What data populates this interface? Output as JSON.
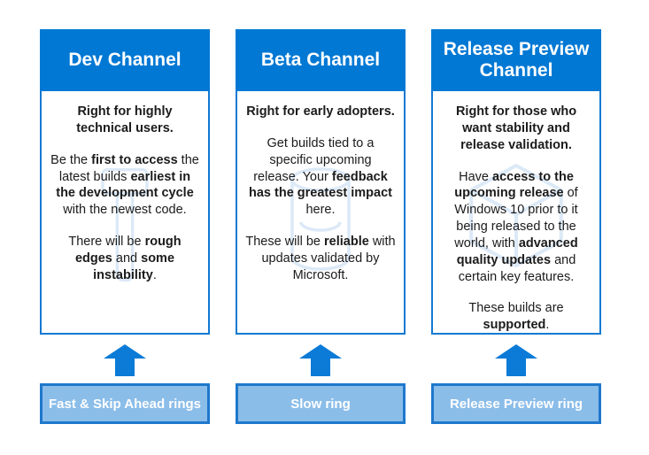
{
  "colors": {
    "background": "#ffffff",
    "header-blue": "#0078d4",
    "arrow-blue": "#0b7bd7",
    "card-border": "#1279d2",
    "ring-fill": "#8bbde9",
    "ring-border": "#1e78cc",
    "text": "#1b1b1b",
    "watermark": "#dce9f7"
  },
  "columns": [
    {
      "header": "Dev Channel",
      "watermark_icon": "hammer-icon",
      "paragraphs": [
        {
          "runs": [
            {
              "t": "Right for highly technical users.",
              "b": true
            }
          ]
        },
        {
          "runs": [
            {
              "t": "Be the ",
              "b": false
            },
            {
              "t": "first to access",
              "b": true
            },
            {
              "t": " the latest builds ",
              "b": false
            },
            {
              "t": "earliest in the development cycle",
              "b": true
            },
            {
              "t": " with the newest code.",
              "b": false
            }
          ]
        },
        {
          "runs": [
            {
              "t": "There will be ",
              "b": false
            },
            {
              "t": "rough edges",
              "b": true
            },
            {
              "t": " and ",
              "b": false
            },
            {
              "t": "some instability",
              "b": true
            },
            {
              "t": ".",
              "b": false
            }
          ]
        }
      ],
      "ring_label": "Fast & Skip Ahead rings"
    },
    {
      "header": "Beta Channel",
      "watermark_icon": "beaker-icon",
      "paragraphs": [
        {
          "runs": [
            {
              "t": "Right for early adopters.",
              "b": true
            }
          ]
        },
        {
          "runs": [
            {
              "t": "Get builds tied to a specific upcoming release. Your ",
              "b": false
            },
            {
              "t": "feedback has the greatest impact",
              "b": true
            },
            {
              "t": " here.",
              "b": false
            }
          ]
        },
        {
          "runs": [
            {
              "t": "These will be ",
              "b": false
            },
            {
              "t": "reliable",
              "b": true
            },
            {
              "t": " with updates validated by Microsoft.",
              "b": false
            }
          ]
        }
      ],
      "ring_label": "Slow ring"
    },
    {
      "header": "Release Preview Channel",
      "watermark_icon": "cube-icon",
      "paragraphs": [
        {
          "runs": [
            {
              "t": "Right for those who want stability and release validation.",
              "b": true
            }
          ]
        },
        {
          "runs": [
            {
              "t": "Have ",
              "b": false
            },
            {
              "t": "access to the upcoming release",
              "b": true
            },
            {
              "t": " of Windows 10 prior to it being released to the world, with ",
              "b": false
            },
            {
              "t": "advanced quality updates",
              "b": true
            },
            {
              "t": " and certain key features.",
              "b": false
            }
          ]
        },
        {
          "runs": [
            {
              "t": "These builds are ",
              "b": false
            },
            {
              "t": "supported",
              "b": true
            },
            {
              "t": ".",
              "b": false
            }
          ]
        }
      ],
      "ring_label": "Release Preview ring"
    }
  ]
}
